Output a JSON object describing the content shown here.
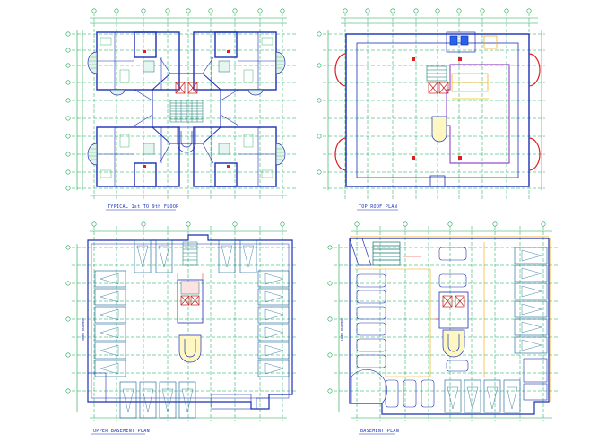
{
  "sheet": {
    "background": "#ffffff",
    "colors": {
      "wall": "#1b2fb5",
      "grid": "#00a84f",
      "dimension": "#16a34a",
      "stair": "#0f766e",
      "lift": "#c81e1e",
      "parking": "#0f5f8f",
      "red": "#e11d1d",
      "orange": "#f0a500",
      "purple": "#7c1fb8",
      "yellow": "#e5c700"
    }
  },
  "plans": {
    "typical_floor": {
      "title": "TYPICAL 1st TO 9th FLOOR"
    },
    "top_roof": {
      "title": "TOP ROOF PLAN"
    },
    "upper_basement": {
      "title": "UPPER BASEMENT PLAN",
      "side_label": "UPPER BASEMENT"
    },
    "lower_basement": {
      "title": "BASEMENT PLAN",
      "side_label": "LOWER BASEMENT"
    }
  }
}
